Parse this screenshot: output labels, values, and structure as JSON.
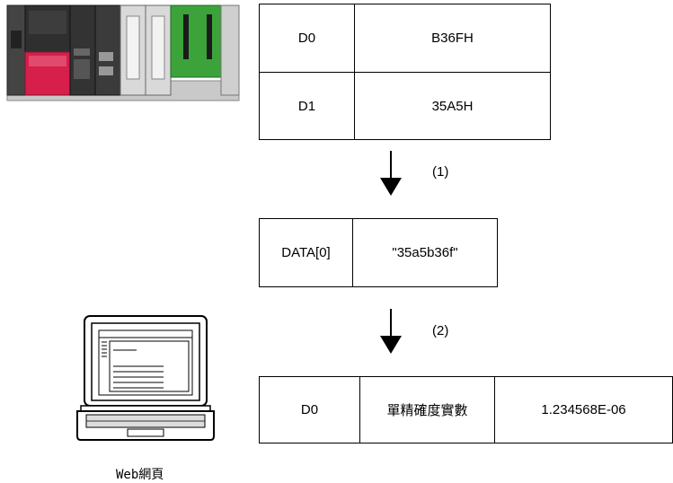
{
  "top_register_table": {
    "rows": [
      {
        "device": "D0",
        "value": "B36FH"
      },
      {
        "device": "D1",
        "value": "35A5H"
      }
    ]
  },
  "step1": {
    "label": "(1)"
  },
  "middle_table": {
    "name": "DATA[0]",
    "value": "\"35a5b36f\""
  },
  "step2": {
    "label": "(2)"
  },
  "bottom_table": {
    "device": "D0",
    "type": "單精確度實數",
    "value": "1.234568E-06"
  },
  "laptop": {
    "caption": "Web網頁"
  },
  "colors": {
    "plc_red": "#d61f4a",
    "plc_green": "#3ca33a",
    "plc_gray": "#3a3a3a",
    "line": "#000000"
  }
}
